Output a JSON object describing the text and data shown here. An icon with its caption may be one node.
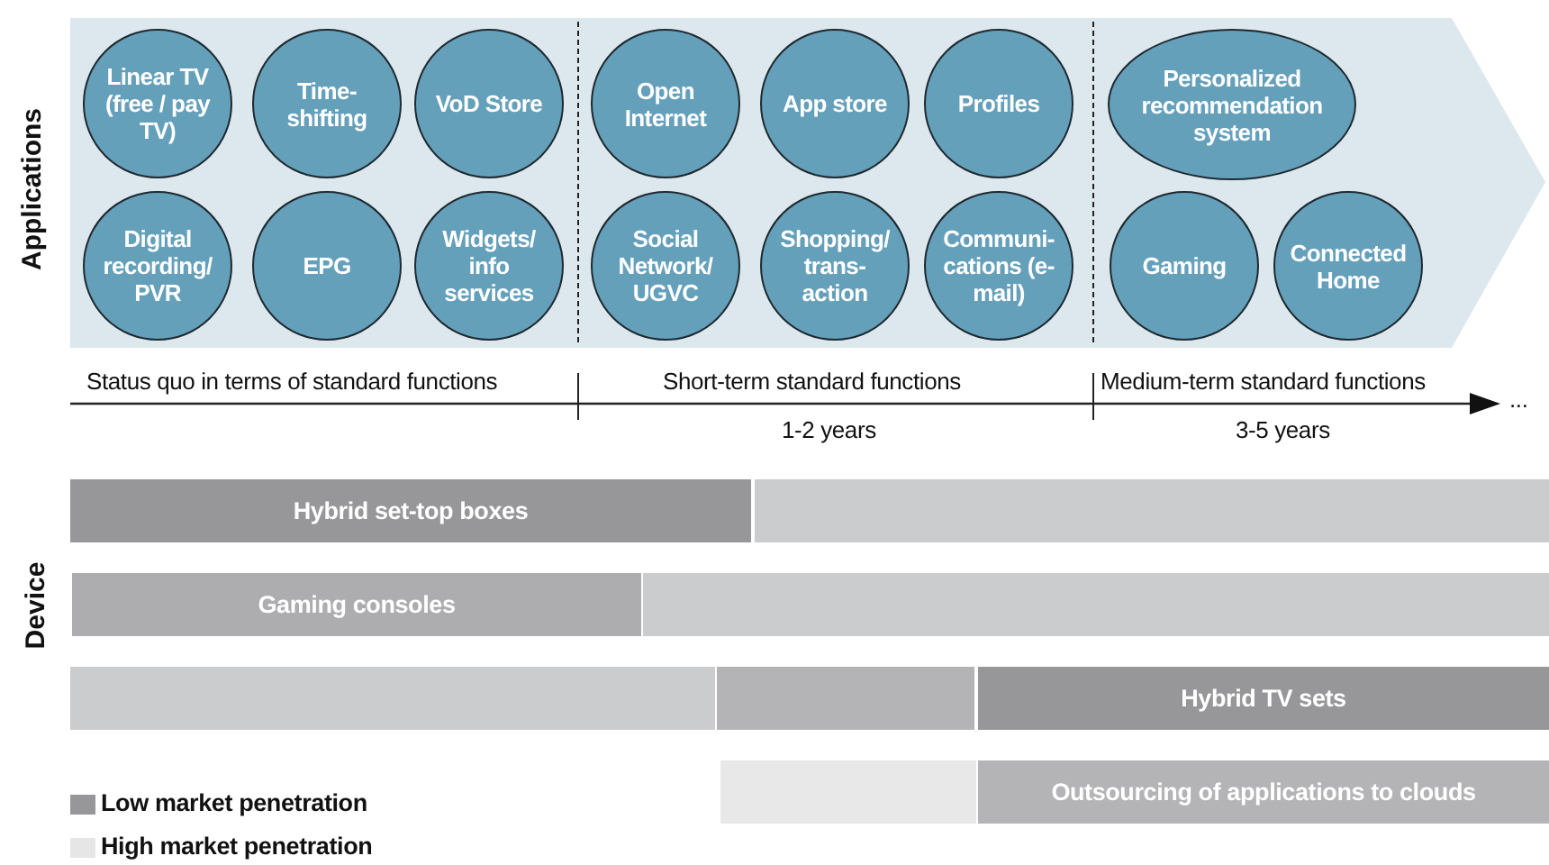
{
  "diagram": {
    "nodes": [
      {
        "text": [
          "Linear TV (free / pay TV)"
        ]
      },
      {
        "text": [
          "Time-shifting"
        ]
      },
      {
        "text": [
          "VoD Store"
        ]
      },
      {
        "text": [
          "Open Internet"
        ]
      },
      {
        "text": [
          "App store"
        ]
      },
      {
        "text": [
          "Profiles"
        ]
      },
      {
        "text": [
          "Personalized recommendation system"
        ]
      },
      {
        "text": [
          "Digital recording/ PVR"
        ]
      },
      {
        "text": [
          "EPG"
        ]
      },
      {
        "text": [
          "Widgets/ info services"
        ]
      },
      {
        "text": [
          "Social Network/ UGVC"
        ]
      },
      {
        "text": [
          "Shopping/ trans-action"
        ]
      },
      {
        "text": [
          "Communi-cations (e-mail)"
        ]
      },
      {
        "text": [
          "Gaming"
        ]
      },
      {
        "text": [
          "Connected Home"
        ]
      },
      {
        "text": [
          "Hybrid set-top boxes"
        ]
      },
      {
        "text": [],
        "shape": "bar"
      },
      {
        "text": [
          "Gaming consoles"
        ]
      },
      {
        "text": [],
        "shape": "bar"
      },
      {
        "text": [],
        "shape": "bar"
      },
      {
        "text": [],
        "shape": "bar"
      },
      {
        "text": [
          "Hybrid TV sets"
        ]
      },
      {
        "text": [],
        "shape": "bar"
      },
      {
        "text": [
          "Outsourcing of applications to clouds"
        ]
      }
    ],
    "labels": [
      "Applications",
      "Status quo in terms of standard functions",
      "Short-term standard functions",
      "Medium-term standard functions",
      "...",
      "1-2 years",
      "3-5 years",
      "Device"
    ],
    "legend": [
      {
        "text": "Low market penetration",
        "color": "#979799"
      },
      {
        "text": "High market penetration",
        "color": "#e6e6e6"
      }
    ]
  }
}
